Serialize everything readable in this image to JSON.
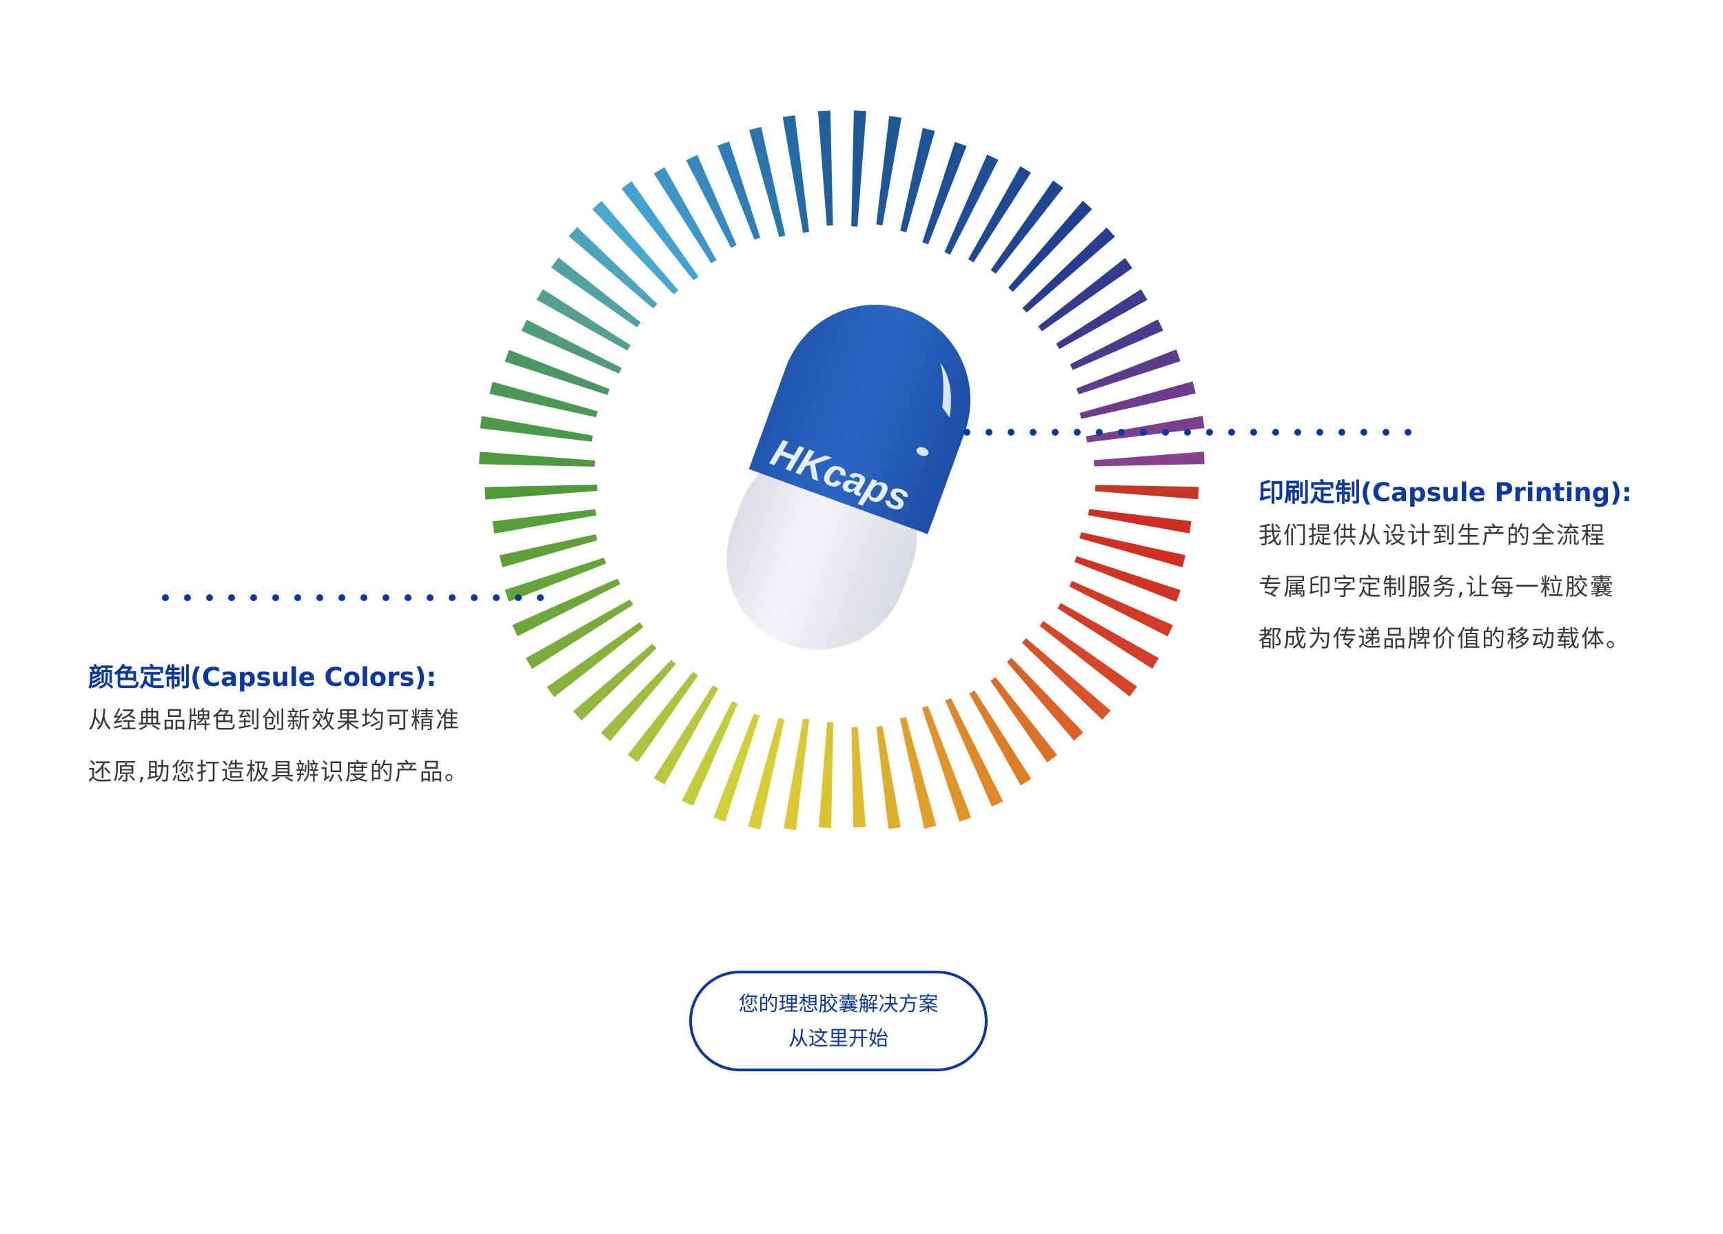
{
  "ring": {
    "bar_count": 64,
    "color_stops": [
      [
        0,
        "#1e5c98"
      ],
      [
        25,
        "#1d4e97"
      ],
      [
        45,
        "#213f90"
      ],
      [
        62,
        "#43398e"
      ],
      [
        78,
        "#763c8d"
      ],
      [
        88,
        "#8b428f"
      ],
      [
        91,
        "#c43a26"
      ],
      [
        100,
        "#d02c21"
      ],
      [
        125,
        "#d6402a"
      ],
      [
        145,
        "#df7426"
      ],
      [
        162,
        "#e09828"
      ],
      [
        180,
        "#dfc030"
      ],
      [
        198,
        "#d6d136"
      ],
      [
        218,
        "#a8c23e"
      ],
      [
        245,
        "#6aa73a"
      ],
      [
        268,
        "#4e9a36"
      ],
      [
        288,
        "#4a965e"
      ],
      [
        303,
        "#54a098"
      ],
      [
        320,
        "#46a9d8"
      ],
      [
        340,
        "#2d7fb6"
      ],
      [
        360,
        "#1e5c98"
      ]
    ]
  },
  "capsule": {
    "brand": "HKcaps",
    "cap_color": "#2a64c0",
    "body_color": "#eef0f4"
  },
  "dots_color": "#0b38a6",
  "printing": {
    "title": "印刷定制(Capsule Printing):",
    "lines": [
      "我们提供从设计到生产的全流程",
      "专属印字定制服务,让每一粒胶囊",
      "都成为传递品牌价值的移动载体。"
    ]
  },
  "colors": {
    "title": "颜色定制(Capsule Colors):",
    "lines": [
      "从经典品牌色到创新效果均可精准",
      "还原,助您打造极具辨识度的产品。"
    ]
  },
  "cta": {
    "line1": "您的理想胶囊解决方案",
    "line2": "从这里开始"
  }
}
